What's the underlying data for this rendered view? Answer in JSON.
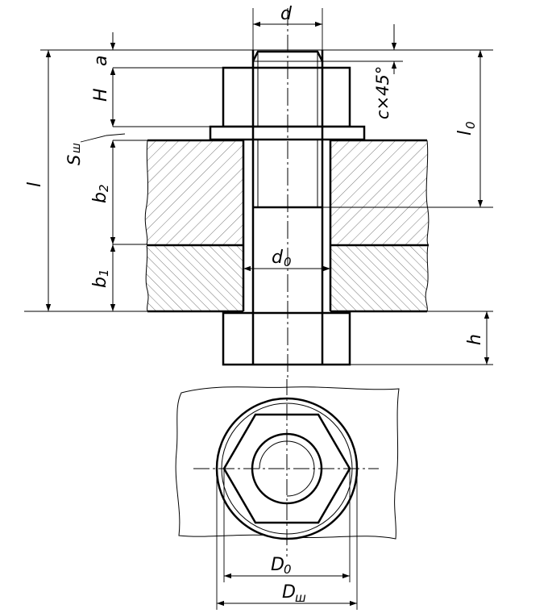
{
  "drawing": {
    "colors": {
      "line": "#000000",
      "background": "#ffffff",
      "hatch": "#444444"
    },
    "labels": {
      "d": "d",
      "a": "a",
      "H": "H",
      "chamfer": "c×45°",
      "l0_main": "l",
      "l0_sub": "0",
      "s_main": "S",
      "s_sub": "ш",
      "l": "l",
      "b2_main": "b",
      "b2_sub": "2",
      "d0_main": "d",
      "d0_sub": "0",
      "b1_main": "b",
      "b1_sub": "1",
      "h": "h",
      "D0_main": "D",
      "D0_sub": "0",
      "Dw_main": "D",
      "Dw_sub": "ш"
    }
  }
}
